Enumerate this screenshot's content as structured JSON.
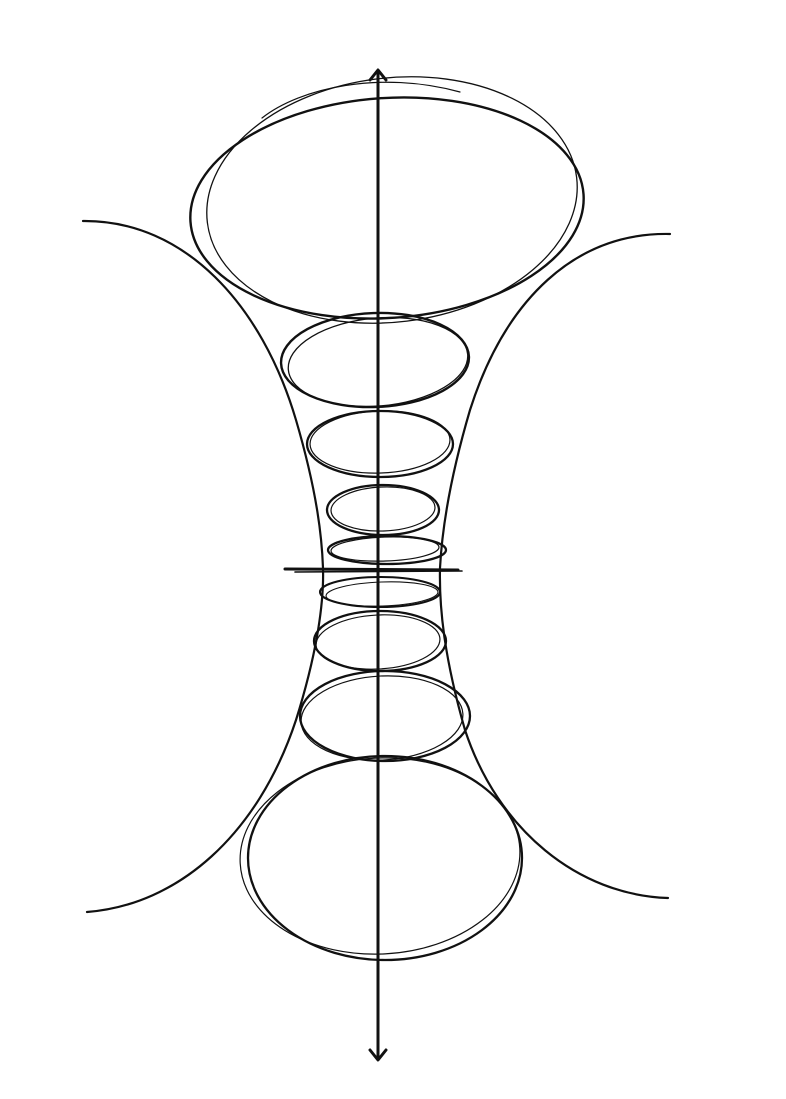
{
  "diagram": {
    "stroke_color": "#111111",
    "background_color": "#ffffff",
    "cross_section_count": 9,
    "arrow_heads": [
      "up",
      "down"
    ]
  }
}
